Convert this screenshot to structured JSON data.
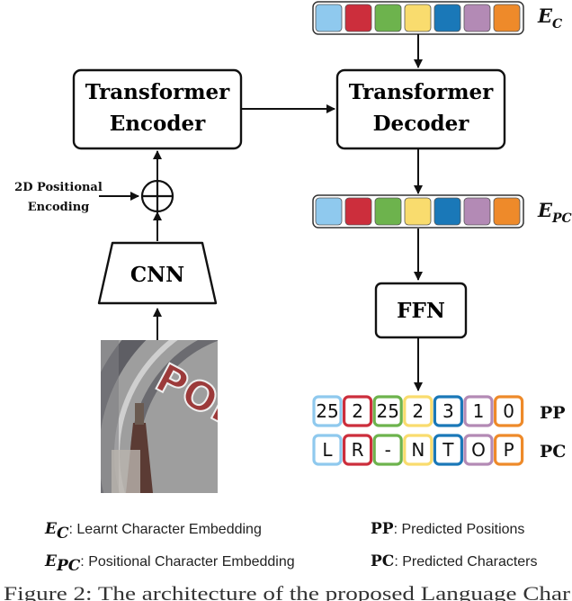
{
  "nodes": {
    "encoder": [
      "Transformer",
      "Encoder"
    ],
    "decoder": [
      "Transformer",
      "Decoder"
    ],
    "cnn": "CNN",
    "ffn": "FFN",
    "positional_encoding": [
      "2D Positional",
      "Encoding"
    ]
  },
  "embeddings": {
    "ec_label": {
      "main": "E",
      "sub": "C"
    },
    "epc_label": {
      "main": "E",
      "sub": "PC"
    },
    "colors": [
      "#8fc9ee",
      "#cc2e3c",
      "#6db34d",
      "#f9dc6e",
      "#1a78b8",
      "#b38ab5",
      "#ee8a2a"
    ]
  },
  "input_image": {
    "text": "PORT",
    "colors": {
      "bg": "#a3a3a3",
      "ring": "#5e5e64",
      "letters": "#9c3a3a"
    }
  },
  "outputs": {
    "pp_label": "PP",
    "pc_label": "PC",
    "positions": [
      "25",
      "2",
      "25",
      "2",
      "3",
      "1",
      "0"
    ],
    "characters": [
      "L",
      "R",
      "-",
      "N",
      "T",
      "O",
      "P"
    ]
  },
  "legend": [
    {
      "key_main": "E",
      "key_sub": "C",
      "text": ": Learnt Character Embedding"
    },
    {
      "key_main": "E",
      "key_sub": "PC",
      "text": ": Positional Character Embedding"
    },
    {
      "key": "PP",
      "text": ": Predicted Positions"
    },
    {
      "key": "PC",
      "text": ": Predicted Characters"
    }
  ],
  "caption": "Figure 2:   The architecture of the proposed Language Char"
}
